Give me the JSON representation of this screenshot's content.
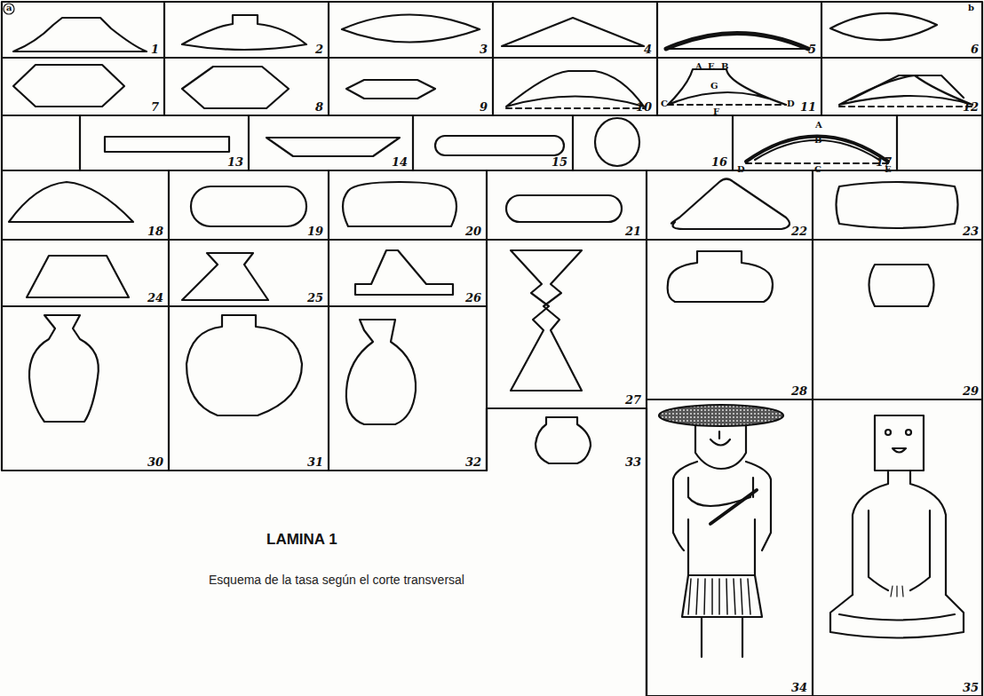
{
  "diagram": {
    "title": "LAMINA 1",
    "caption": "Esquema de la tasa según el corte transversal",
    "labels": [
      "1",
      "2",
      "3",
      "4",
      "5",
      "6",
      "7",
      "8",
      "9",
      "10",
      "11",
      "12",
      "13",
      "14",
      "15",
      "16",
      "17",
      "18",
      "19",
      "20",
      "21",
      "22",
      "23",
      "24",
      "25",
      "26",
      "27",
      "28",
      "29",
      "30",
      "31",
      "32",
      "33",
      "34",
      "35",
      "A",
      "E",
      "B",
      "G",
      "C",
      "D",
      "F",
      "A",
      "B",
      "C",
      "D",
      "E",
      "a",
      "b"
    ]
  }
}
